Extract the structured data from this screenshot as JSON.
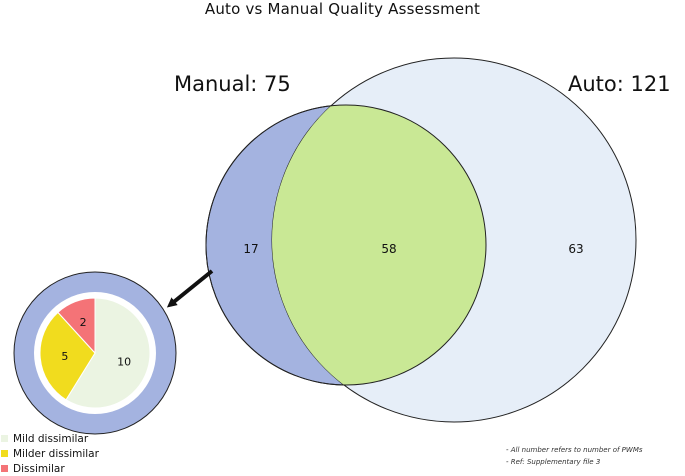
{
  "title": "Auto vs Manual Quality  Assessment",
  "sets": {
    "manual": {
      "label": "Manual: 75",
      "total": 75,
      "color": "#a4b3e0"
    },
    "auto": {
      "label": "Auto: 121",
      "total": 121,
      "color": "#e6eef8"
    }
  },
  "regions": {
    "manual_only": "17",
    "overlap": "58",
    "auto_only": "63"
  },
  "overlap_color": "#c9e895",
  "pie": {
    "values": [
      {
        "label": "10",
        "value": 10,
        "color": "#ebf4e2"
      },
      {
        "label": "5",
        "value": 5,
        "color": "#f1dc1e"
      },
      {
        "label": "2",
        "value": 2,
        "color": "#f47377"
      }
    ],
    "ring_color": "#a4b3e0"
  },
  "legend": [
    {
      "label": "Mild dissimilar",
      "color": "#ebf4e2"
    },
    {
      "label": "Milder dissimilar",
      "color": "#f1dc1e"
    },
    {
      "label": "Dissimilar",
      "color": "#f47377"
    }
  ],
  "notes": [
    "- All number refers to number of PWMs",
    "- Ref: Supplementary file 3"
  ]
}
